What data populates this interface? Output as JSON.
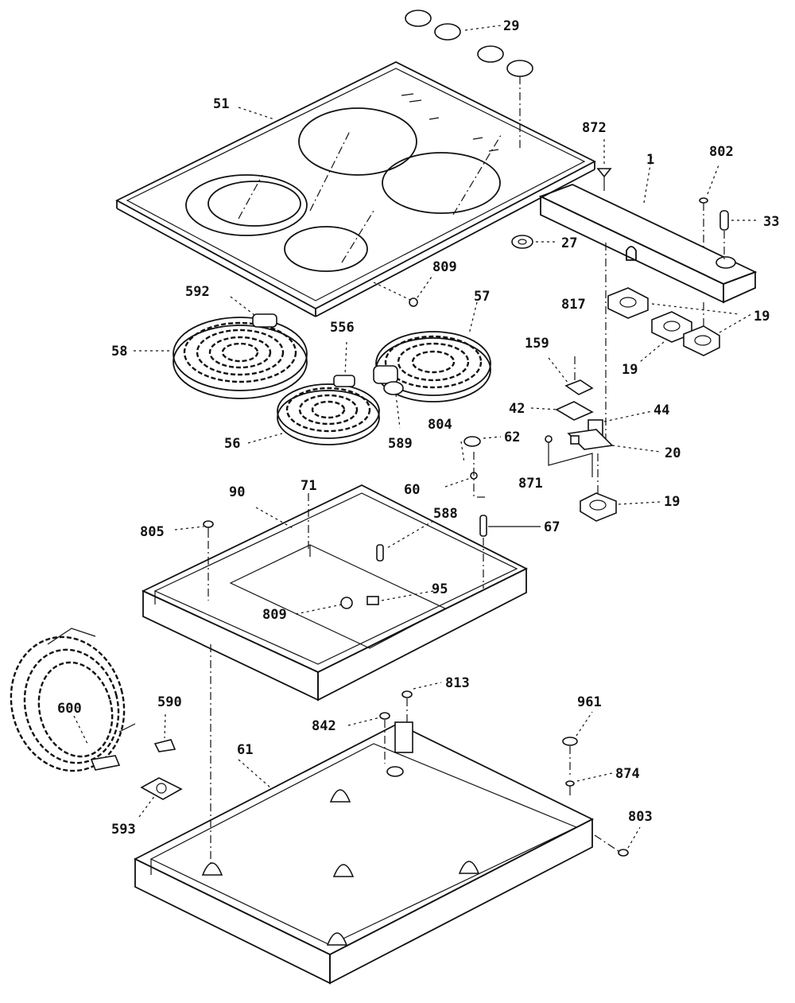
{
  "labels": {
    "l29": "29",
    "l51": "51",
    "l872": "872",
    "l1": "1",
    "l802": "802",
    "l33": "33",
    "l27": "27",
    "l809a": "809",
    "l592": "592",
    "l57": "57",
    "l817": "817",
    "l19a": "19",
    "l19b": "19",
    "l58": "58",
    "l556": "556",
    "l159": "159",
    "l42": "42",
    "l44": "44",
    "l56": "56",
    "l589": "589",
    "l804": "804",
    "l62": "62",
    "l20": "20",
    "l871": "871",
    "l60": "60",
    "l19c": "19",
    "l90": "90",
    "l71": "71",
    "l805": "805",
    "l588": "588",
    "l67": "67",
    "l95": "95",
    "l809b": "809",
    "l813": "813",
    "l590": "590",
    "l600": "600",
    "l961": "961",
    "l842": "842",
    "l61": "61",
    "l874": "874",
    "l803": "803",
    "l593": "593"
  }
}
